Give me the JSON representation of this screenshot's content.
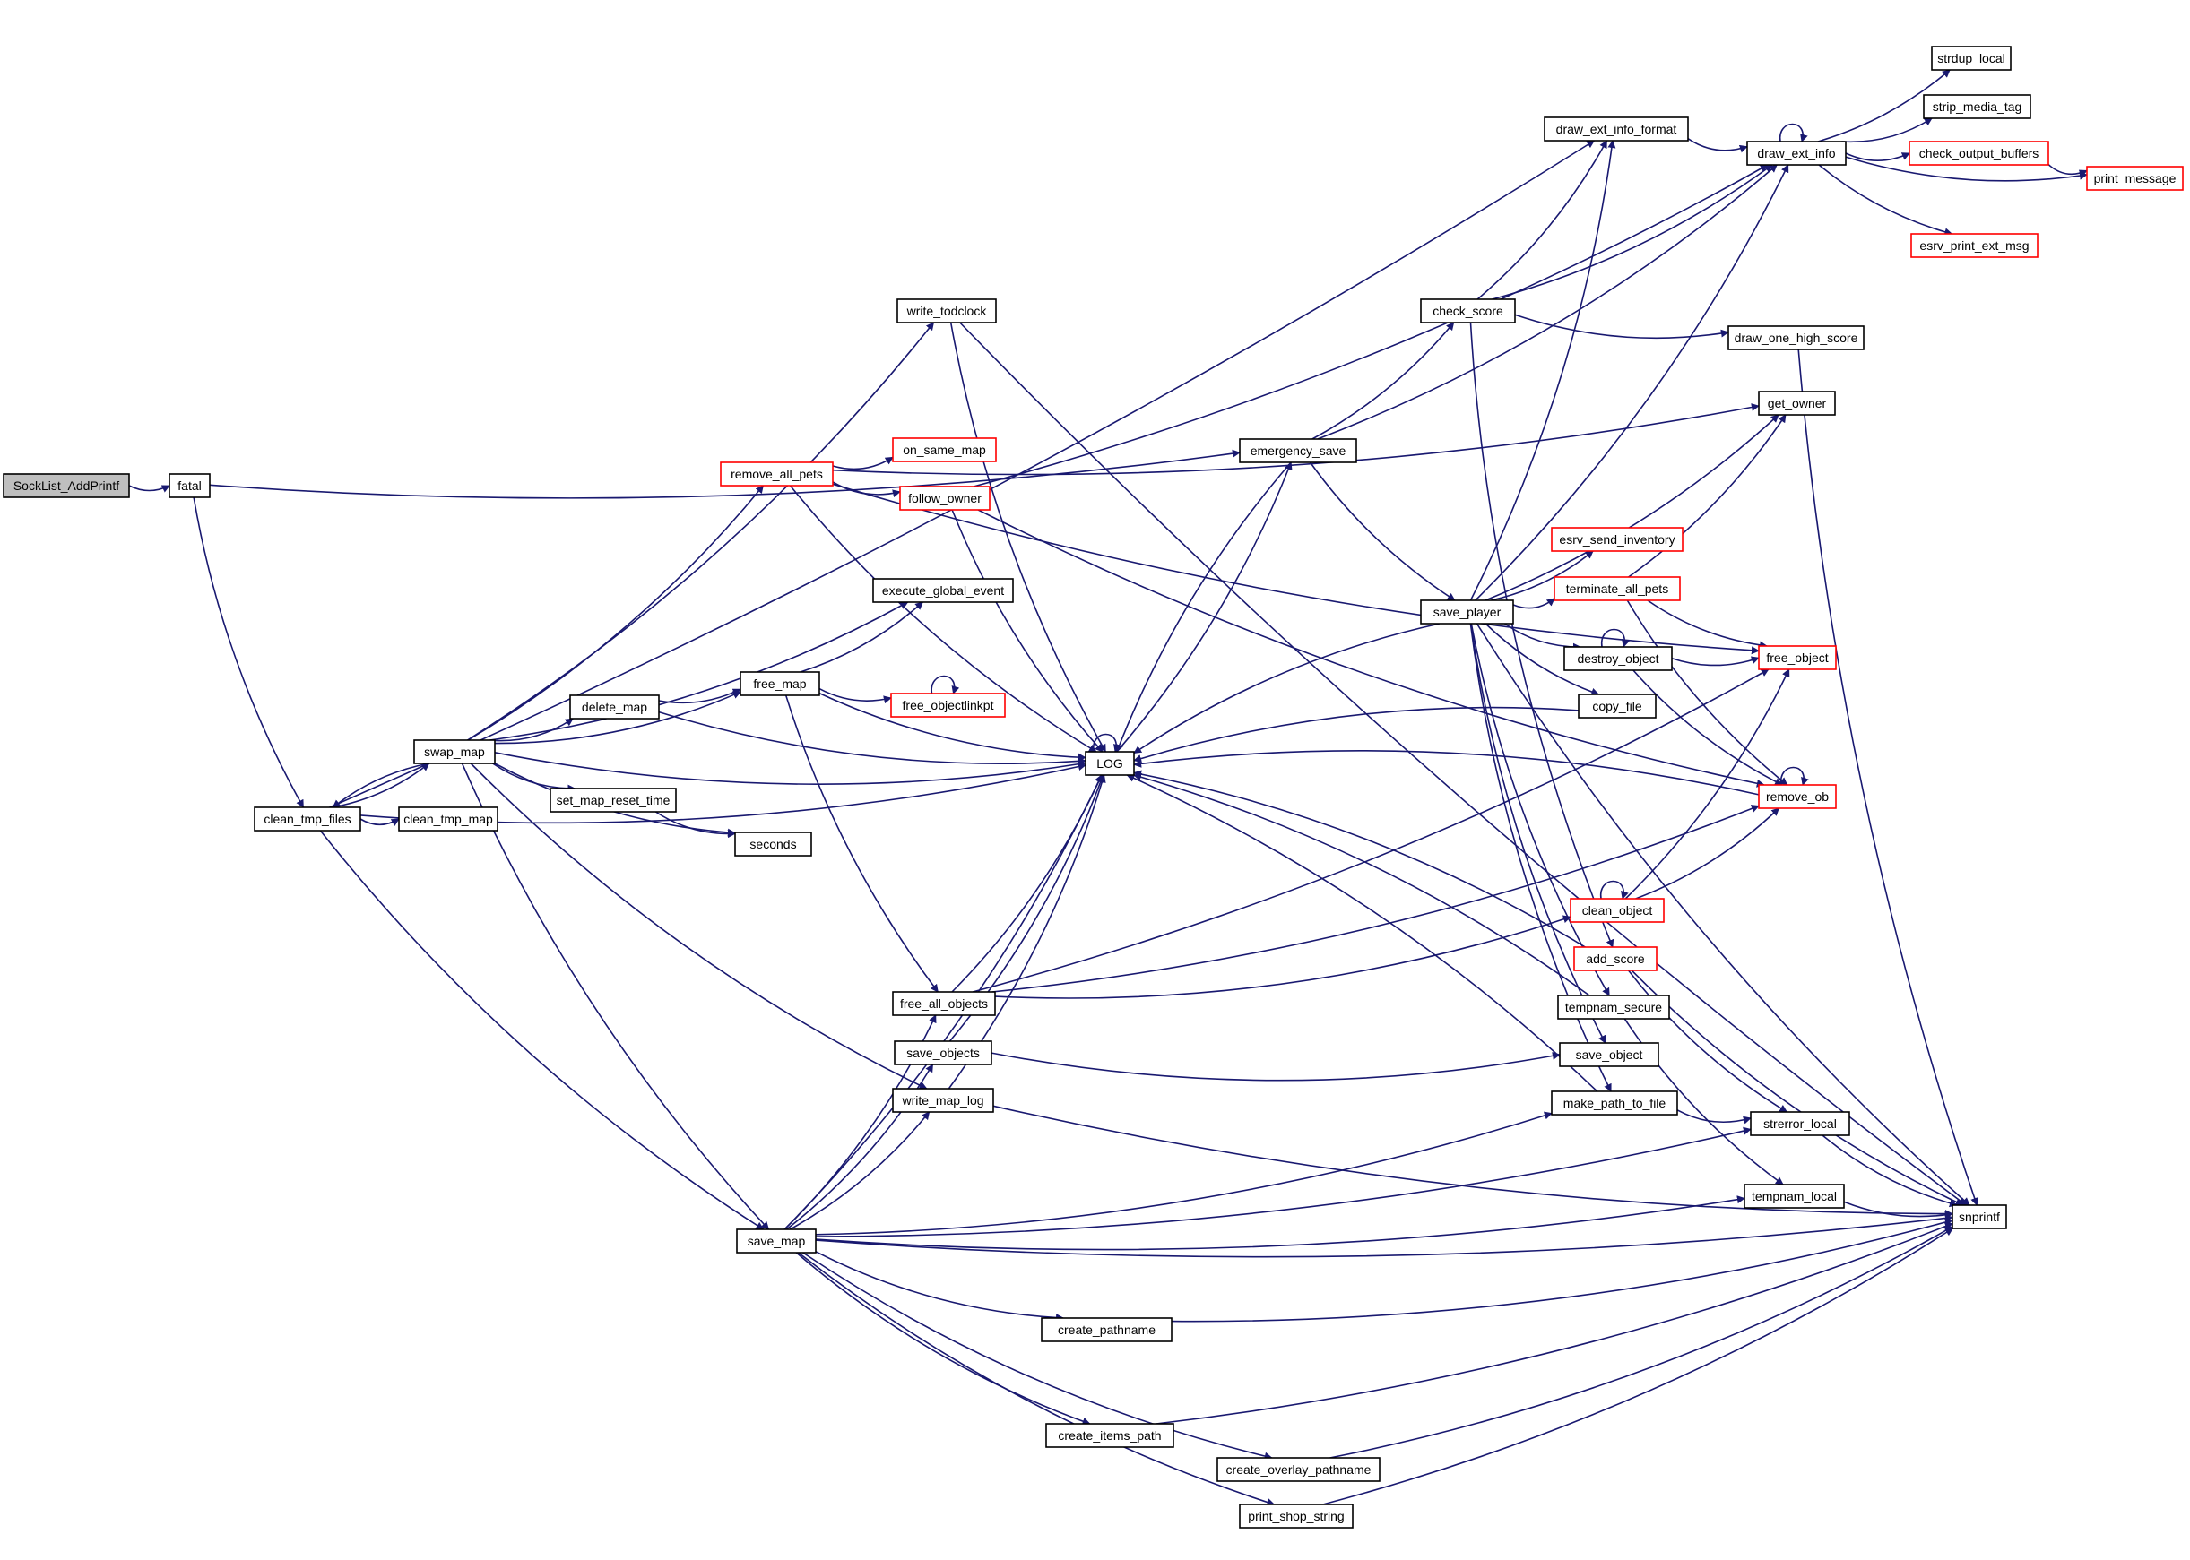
{
  "colors": {
    "edge": "#191970",
    "root_fill": "#bfbfbf",
    "node_fill": "#ffffff",
    "node_border": "#000000",
    "truncated_border": "#ff0000"
  },
  "nodes": [
    {
      "id": "socklist",
      "label": "SockList_AddPrintf",
      "root": true
    },
    {
      "id": "fatal",
      "label": "fatal"
    },
    {
      "id": "clean_tmp_files",
      "label": "clean_tmp_files"
    },
    {
      "id": "clean_tmp_map",
      "label": "clean_tmp_map"
    },
    {
      "id": "swap_map",
      "label": "swap_map"
    },
    {
      "id": "remove_all_pets",
      "label": "remove_all_pets",
      "truncated": true
    },
    {
      "id": "on_same_map",
      "label": "on_same_map",
      "truncated": true
    },
    {
      "id": "follow_owner",
      "label": "follow_owner",
      "truncated": true
    },
    {
      "id": "write_todclock",
      "label": "write_todclock"
    },
    {
      "id": "execute_global_event",
      "label": "execute_global_event"
    },
    {
      "id": "delete_map",
      "label": "delete_map"
    },
    {
      "id": "free_map",
      "label": "free_map"
    },
    {
      "id": "free_objectlinkpt",
      "label": "free_objectlinkpt",
      "truncated": true
    },
    {
      "id": "set_map_reset_time",
      "label": "set_map_reset_time"
    },
    {
      "id": "seconds",
      "label": "seconds"
    },
    {
      "id": "log",
      "label": "LOG"
    },
    {
      "id": "emergency_save",
      "label": "emergency_save"
    },
    {
      "id": "free_all_objects",
      "label": "free_all_objects"
    },
    {
      "id": "save_objects",
      "label": "save_objects"
    },
    {
      "id": "write_map_log",
      "label": "write_map_log"
    },
    {
      "id": "save_map",
      "label": "save_map"
    },
    {
      "id": "create_pathname",
      "label": "create_pathname"
    },
    {
      "id": "create_items_path",
      "label": "create_items_path"
    },
    {
      "id": "create_overlay_pathname",
      "label": "create_overlay_pathname"
    },
    {
      "id": "print_shop_string",
      "label": "print_shop_string"
    },
    {
      "id": "draw_ext_info_format",
      "label": "draw_ext_info_format"
    },
    {
      "id": "check_score",
      "label": "check_score"
    },
    {
      "id": "save_player",
      "label": "save_player"
    },
    {
      "id": "esrv_send_inventory",
      "label": "esrv_send_inventory",
      "truncated": true
    },
    {
      "id": "terminate_all_pets",
      "label": "terminate_all_pets",
      "truncated": true
    },
    {
      "id": "destroy_object",
      "label": "destroy_object"
    },
    {
      "id": "copy_file",
      "label": "copy_file"
    },
    {
      "id": "clean_object",
      "label": "clean_object",
      "truncated": true
    },
    {
      "id": "add_score",
      "label": "add_score",
      "truncated": true
    },
    {
      "id": "tempnam_secure",
      "label": "tempnam_secure"
    },
    {
      "id": "save_object",
      "label": "save_object"
    },
    {
      "id": "make_path_to_file",
      "label": "make_path_to_file"
    },
    {
      "id": "draw_ext_info",
      "label": "draw_ext_info"
    },
    {
      "id": "draw_one_high_score",
      "label": "draw_one_high_score"
    },
    {
      "id": "get_owner",
      "label": "get_owner"
    },
    {
      "id": "free_object",
      "label": "free_object",
      "truncated": true
    },
    {
      "id": "remove_ob",
      "label": "remove_ob",
      "truncated": true
    },
    {
      "id": "strerror_local",
      "label": "strerror_local"
    },
    {
      "id": "tempnam_local",
      "label": "tempnam_local"
    },
    {
      "id": "strdup_local",
      "label": "strdup_local"
    },
    {
      "id": "strip_media_tag",
      "label": "strip_media_tag"
    },
    {
      "id": "check_output_buffers",
      "label": "check_output_buffers",
      "truncated": true
    },
    {
      "id": "print_message",
      "label": "print_message",
      "truncated": true
    },
    {
      "id": "esrv_print_ext_msg",
      "label": "esrv_print_ext_msg",
      "truncated": true
    },
    {
      "id": "snprintf",
      "label": "snprintf"
    }
  ],
  "edges": [
    [
      "socklist",
      "fatal"
    ],
    [
      "fatal",
      "clean_tmp_files"
    ],
    [
      "fatal",
      "emergency_save"
    ],
    [
      "clean_tmp_files",
      "swap_map"
    ],
    [
      "clean_tmp_files",
      "clean_tmp_map"
    ],
    [
      "clean_tmp_files",
      "save_map"
    ],
    [
      "clean_tmp_files",
      "log"
    ],
    [
      "clean_tmp_files",
      "draw_ext_info_format"
    ],
    [
      "swap_map",
      "remove_all_pets"
    ],
    [
      "swap_map",
      "write_todclock"
    ],
    [
      "swap_map",
      "execute_global_event"
    ],
    [
      "swap_map",
      "free_map"
    ],
    [
      "swap_map",
      "delete_map"
    ],
    [
      "swap_map",
      "log"
    ],
    [
      "swap_map",
      "set_map_reset_time"
    ],
    [
      "swap_map",
      "seconds"
    ],
    [
      "swap_map",
      "write_map_log"
    ],
    [
      "swap_map",
      "save_map"
    ],
    [
      "swap_map",
      "clean_tmp_files"
    ],
    [
      "remove_all_pets",
      "on_same_map"
    ],
    [
      "remove_all_pets",
      "follow_owner"
    ],
    [
      "remove_all_pets",
      "get_owner"
    ],
    [
      "remove_all_pets",
      "free_object"
    ],
    [
      "remove_all_pets",
      "log"
    ],
    [
      "follow_owner",
      "draw_ext_info"
    ],
    [
      "follow_owner",
      "log"
    ],
    [
      "follow_owner",
      "remove_ob"
    ],
    [
      "write_todclock",
      "log"
    ],
    [
      "write_todclock",
      "snprintf"
    ],
    [
      "delete_map",
      "free_map"
    ],
    [
      "delete_map",
      "log"
    ],
    [
      "free_map",
      "execute_global_event"
    ],
    [
      "free_map",
      "free_objectlinkpt"
    ],
    [
      "free_map",
      "log"
    ],
    [
      "free_map",
      "free_all_objects"
    ],
    [
      "free_objectlinkpt",
      "free_objectlinkpt"
    ],
    [
      "set_map_reset_time",
      "seconds"
    ],
    [
      "log",
      "log"
    ],
    [
      "log",
      "emergency_save"
    ],
    [
      "emergency_save",
      "log"
    ],
    [
      "emergency_save",
      "check_score"
    ],
    [
      "emergency_save",
      "save_player"
    ],
    [
      "emergency_save",
      "draw_ext_info"
    ],
    [
      "free_all_objects",
      "log"
    ],
    [
      "free_all_objects",
      "clean_object"
    ],
    [
      "free_all_objects",
      "free_object"
    ],
    [
      "free_all_objects",
      "remove_ob"
    ],
    [
      "save_objects",
      "log"
    ],
    [
      "save_objects",
      "save_object"
    ],
    [
      "write_map_log",
      "log"
    ],
    [
      "write_map_log",
      "snprintf"
    ],
    [
      "save_map",
      "log"
    ],
    [
      "save_map",
      "free_all_objects"
    ],
    [
      "save_map",
      "save_objects"
    ],
    [
      "save_map",
      "write_map_log"
    ],
    [
      "save_map",
      "make_path_to_file"
    ],
    [
      "save_map",
      "strerror_local"
    ],
    [
      "save_map",
      "tempnam_local"
    ],
    [
      "save_map",
      "snprintf"
    ],
    [
      "save_map",
      "create_pathname"
    ],
    [
      "save_map",
      "create_items_path"
    ],
    [
      "save_map",
      "create_overlay_pathname"
    ],
    [
      "save_map",
      "print_shop_string"
    ],
    [
      "create_pathname",
      "snprintf"
    ],
    [
      "create_items_path",
      "snprintf"
    ],
    [
      "create_overlay_pathname",
      "snprintf"
    ],
    [
      "print_shop_string",
      "snprintf"
    ],
    [
      "draw_ext_info_format",
      "draw_ext_info"
    ],
    [
      "check_score",
      "draw_ext_info_format"
    ],
    [
      "check_score",
      "draw_ext_info"
    ],
    [
      "check_score",
      "draw_one_high_score"
    ],
    [
      "check_score",
      "add_score"
    ],
    [
      "save_player",
      "log"
    ],
    [
      "save_player",
      "draw_ext_info_format"
    ],
    [
      "save_player",
      "draw_ext_info"
    ],
    [
      "save_player",
      "get_owner"
    ],
    [
      "save_player",
      "esrv_send_inventory"
    ],
    [
      "save_player",
      "terminate_all_pets"
    ],
    [
      "save_player",
      "destroy_object"
    ],
    [
      "save_player",
      "copy_file"
    ],
    [
      "save_player",
      "tempnam_secure"
    ],
    [
      "save_player",
      "save_object"
    ],
    [
      "save_player",
      "make_path_to_file"
    ],
    [
      "save_player",
      "snprintf"
    ],
    [
      "terminate_all_pets",
      "get_owner"
    ],
    [
      "terminate_all_pets",
      "free_object"
    ],
    [
      "terminate_all_pets",
      "remove_ob"
    ],
    [
      "destroy_object",
      "destroy_object"
    ],
    [
      "destroy_object",
      "free_object"
    ],
    [
      "destroy_object",
      "remove_ob"
    ],
    [
      "copy_file",
      "log"
    ],
    [
      "clean_object",
      "clean_object"
    ],
    [
      "clean_object",
      "free_object"
    ],
    [
      "clean_object",
      "remove_ob"
    ],
    [
      "add_score",
      "log"
    ],
    [
      "add_score",
      "strerror_local"
    ],
    [
      "add_score",
      "snprintf"
    ],
    [
      "tempnam_secure",
      "log"
    ],
    [
      "tempnam_secure",
      "tempnam_local"
    ],
    [
      "make_path_to_file",
      "log"
    ],
    [
      "make_path_to_file",
      "strerror_local"
    ],
    [
      "draw_ext_info",
      "draw_ext_info"
    ],
    [
      "draw_ext_info",
      "strdup_local"
    ],
    [
      "draw_ext_info",
      "strip_media_tag"
    ],
    [
      "draw_ext_info",
      "check_output_buffers"
    ],
    [
      "draw_ext_info",
      "print_message"
    ],
    [
      "draw_ext_info",
      "esrv_print_ext_msg"
    ],
    [
      "check_output_buffers",
      "print_message"
    ],
    [
      "draw_one_high_score",
      "snprintf"
    ],
    [
      "remove_ob",
      "remove_ob"
    ],
    [
      "remove_ob",
      "log"
    ],
    [
      "strerror_local",
      "snprintf"
    ],
    [
      "tempnam_local",
      "snprintf"
    ]
  ]
}
